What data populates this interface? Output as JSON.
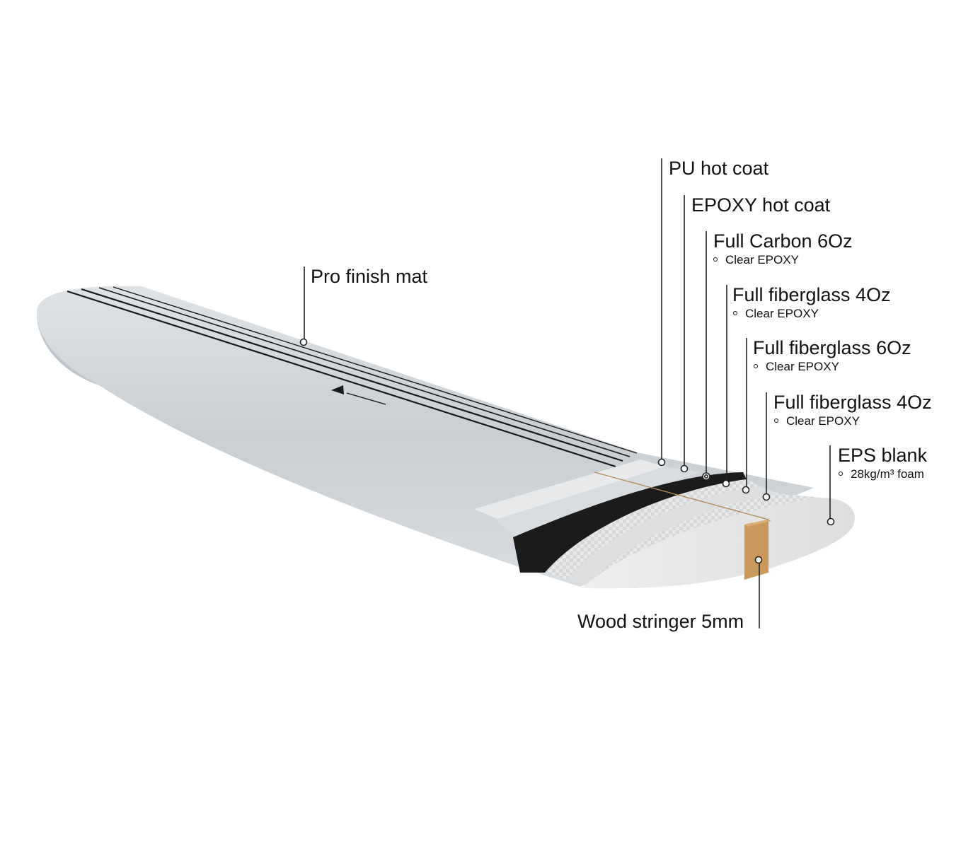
{
  "labels": {
    "pro_finish": "Pro finish mat",
    "pu_hot_coat": "PU hot coat",
    "epoxy_hot_coat": "EPOXY hot coat",
    "full_carbon": "Full Carbon 6Oz",
    "full_carbon_sub": "Clear EPOXY",
    "fiberglass_4oz_top": "Full fiberglass 4Oz",
    "fiberglass_4oz_top_sub": "Clear EPOXY",
    "fiberglass_6oz": "Full fiberglass 6Oz",
    "fiberglass_6oz_sub": "Clear EPOXY",
    "fiberglass_4oz_bottom": "Full fiberglass 4Oz",
    "fiberglass_4oz_bottom_sub": "Clear EPOXY",
    "eps_blank": "EPS blank",
    "eps_blank_sub": "28kg/m³ foam",
    "wood_stringer": "Wood stringer 5mm"
  },
  "colors": {
    "board_light": "#e4e7ea",
    "board_mid": "#c6cbd0",
    "carbon": "#1b1b1b",
    "stringer": "#c99a5c",
    "foam": "#e9e9e9",
    "leader": "#222222"
  },
  "icons": [
    "leader-point-icon",
    "brand-logo-icon"
  ]
}
